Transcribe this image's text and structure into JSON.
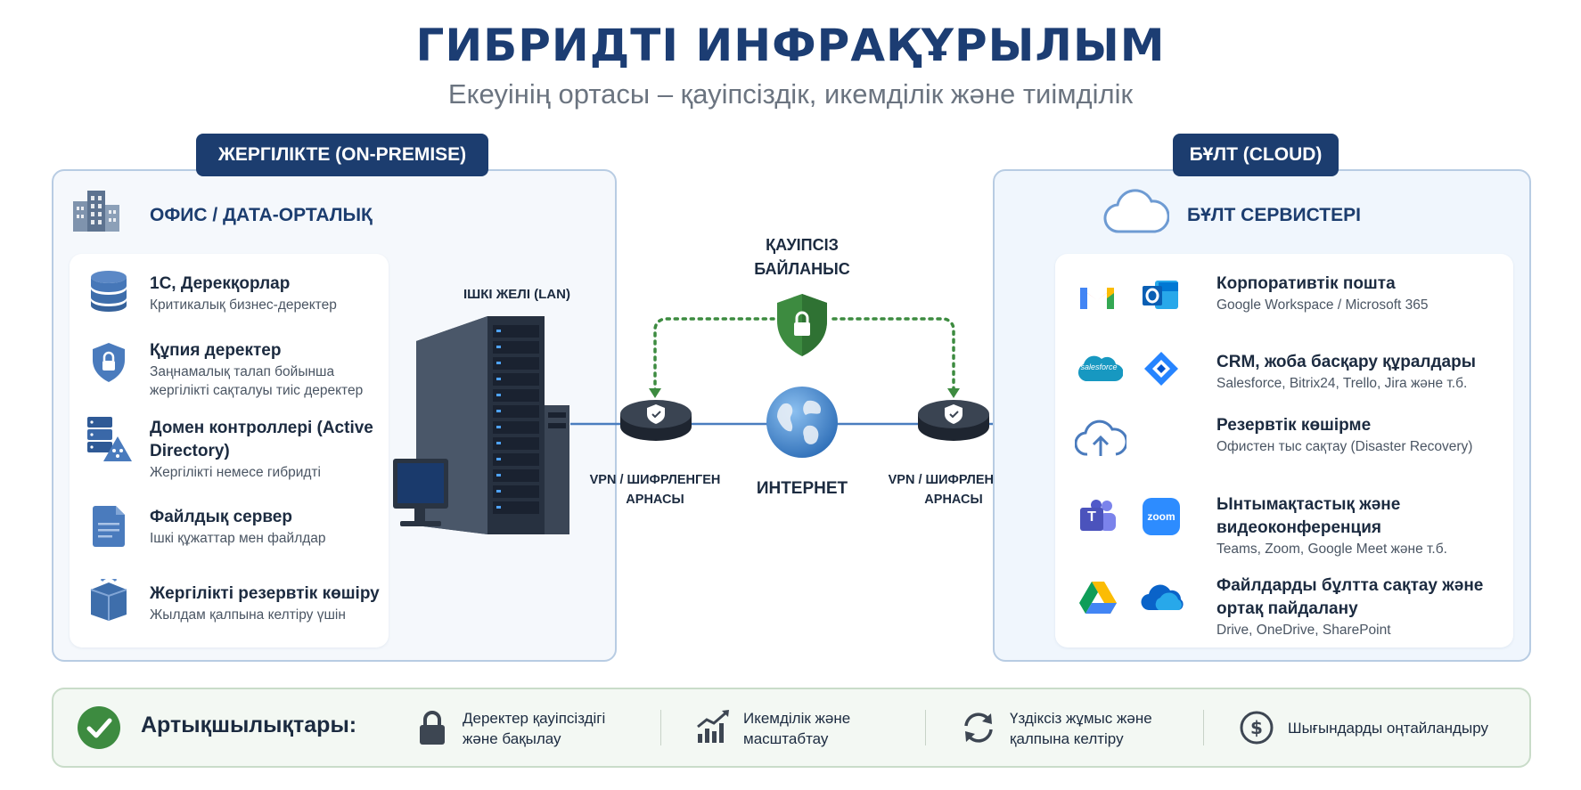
{
  "title": "ГИБРИДТІ ИНФРАҚҰРЫЛЫМ",
  "subtitle": "Екеуінің ортасы – қауіпсіздік, икемділік және тиімділік",
  "left_section": {
    "pill": "ЖЕРГІЛІКТЕ (ON-PREMISE)",
    "heading": "ОФИС / ДАТА-ОРТАЛЫҚ",
    "items": [
      {
        "icon": "database-icon",
        "title": "1С, Дерекқорлар",
        "desc": "Критикалық бизнес-деректер"
      },
      {
        "icon": "shield-lock-icon",
        "title": "Құпия деректер",
        "desc": "Заңнамалық талап бойынша жергілікті сақталуы тиіс деректер"
      },
      {
        "icon": "domain-controller-icon",
        "title": "Домен контроллері (Active Directory)",
        "desc": "Жергілікті немесе гибридті"
      },
      {
        "icon": "file-server-icon",
        "title": "Файлдық сервер",
        "desc": "Ішкі құжаттар мен файлдар"
      },
      {
        "icon": "backup-box-icon",
        "title": "Жергілікті резервтік көшіру",
        "desc": "Жылдам қалпына келтіру үшін"
      }
    ]
  },
  "middle": {
    "lan_label": "ІШКІ ЖЕЛІ (LAN)",
    "secure_label": "ҚАУІПСІЗ БАЙЛАНЫС",
    "vpn_left": "VPN / ШИФРЛЕНГЕН АРНАСЫ",
    "vpn_right": "VPN / ШИФРЛЕНГЕН АРНАСЫ",
    "internet_label": "ИНТЕРНЕТ"
  },
  "right_section": {
    "pill": "БҰЛТ (CLOUD)",
    "heading": "БҰЛТ СЕРВИСТЕРІ",
    "items": [
      {
        "icons": [
          "gmail-icon",
          "outlook-icon"
        ],
        "title": "Корпоративтік пошта",
        "desc": "Google Workspace / Microsoft 365"
      },
      {
        "icons": [
          "salesforce-icon",
          "jira-icon"
        ],
        "salesforce_text": "salesforce",
        "title": "CRM, жоба басқару құралдары",
        "desc": "Salesforce, Bitrix24, Trello, Jira және т.б."
      },
      {
        "icons": [
          "cloud-upload-icon"
        ],
        "title": "Резервтік көшірме",
        "desc": "Офистен тыс сақтау (Disaster Recovery)"
      },
      {
        "icons": [
          "teams-icon",
          "zoom-icon"
        ],
        "zoom_text": "zoom",
        "teams_text": "T",
        "title": "Ынтымақтастық және видеоконференция",
        "desc": "Teams, Zoom, Google Meet және т.б."
      },
      {
        "icons": [
          "google-drive-icon",
          "onedrive-icon"
        ],
        "title": "Файлдарды бұлтта сақтау және ортақ пайдалану",
        "desc": "Drive, OneDrive, SharePoint"
      }
    ]
  },
  "advantages": {
    "heading": "Артықшылықтары:",
    "items": [
      {
        "icon": "lock-icon",
        "text": "Деректер қауіпсіздігі және бақылау"
      },
      {
        "icon": "growth-chart-icon",
        "text": "Икемділік және масштабтау"
      },
      {
        "icon": "sync-icon",
        "text": "Үздіксіз жұмыс және қалпына келтіру"
      },
      {
        "icon": "dollar-icon",
        "text": "Шығындарды оңтайландыру"
      }
    ]
  },
  "colors": {
    "navy": "#1c3d6f",
    "green": "#3d8b40",
    "blue_line": "#4a7dbf"
  }
}
